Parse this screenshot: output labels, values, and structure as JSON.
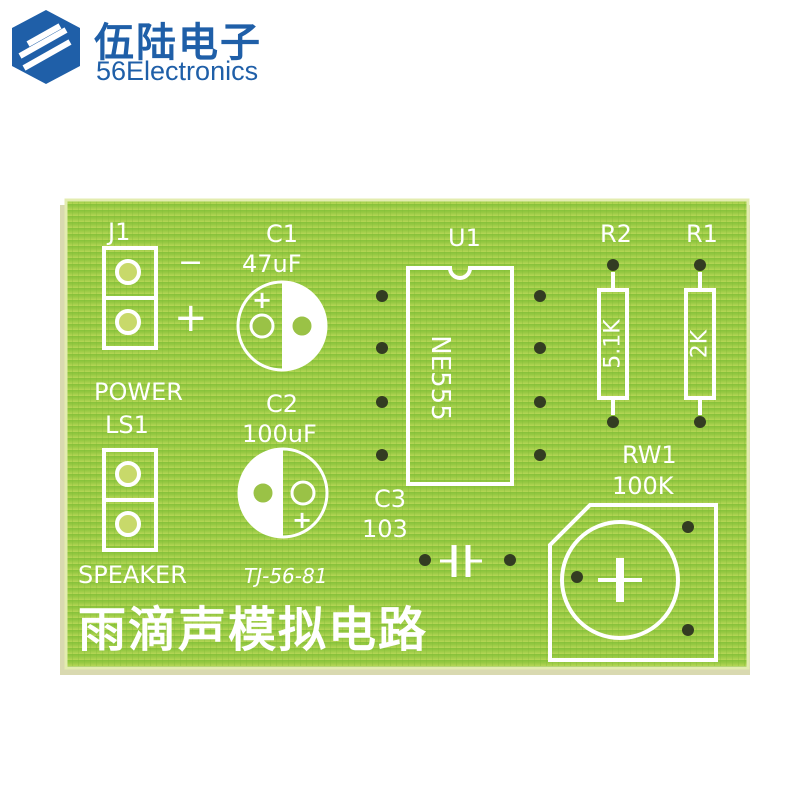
{
  "logo": {
    "name_cn": "伍陆电子",
    "name_en": "56Electronics",
    "color": "#1f5fa8"
  },
  "board": {
    "color": "#8cc63f",
    "silk_color": "#ffffff",
    "connectors": {
      "j1": {
        "ref": "J1",
        "minus": "−",
        "plus": "+",
        "caption": "POWER"
      },
      "ls1": {
        "ref": "LS1",
        "caption": "SPEAKER"
      }
    },
    "capacitors": {
      "c1": {
        "ref": "C1",
        "value": "47uF",
        "polarity": "+"
      },
      "c2": {
        "ref": "C2",
        "value": "100uF",
        "polarity": "+"
      },
      "c3": {
        "ref": "C3",
        "value": "103"
      }
    },
    "ic": {
      "ref": "U1",
      "part": "NE555"
    },
    "resistors": {
      "r1": {
        "ref": "R1",
        "value": "2K"
      },
      "r2": {
        "ref": "R2",
        "value": "5.1K"
      }
    },
    "potentiometer": {
      "ref": "RW1",
      "value": "100K"
    },
    "board_code": "TJ-56-81",
    "title": "雨滴声模拟电路"
  }
}
